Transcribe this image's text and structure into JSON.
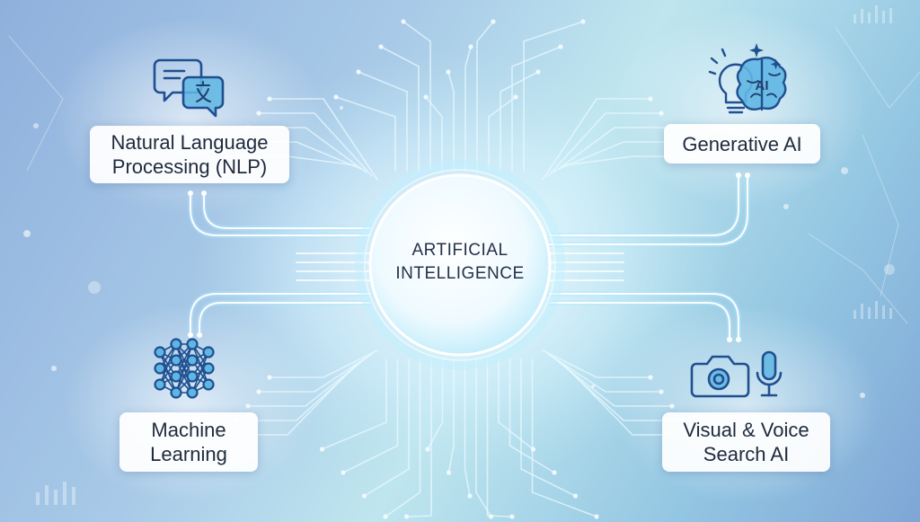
{
  "center": {
    "line1": "ARTIFICIAL",
    "line2": "INTELLIGENCE"
  },
  "nodes": {
    "nlp": {
      "line1": "Natural Language",
      "line2": "Processing (NLP)",
      "icon": "chat-translate-icon"
    },
    "generative": {
      "line1": "Generative AI",
      "icon": "ai-brain-icon",
      "icon_text": "AI"
    },
    "ml": {
      "line1": "Machine",
      "line2": "Learning",
      "icon": "neural-network-icon"
    },
    "visual_voice": {
      "line1": "Visual & Voice",
      "line2": "Search AI",
      "icons": [
        "camera-icon",
        "microphone-icon"
      ]
    }
  },
  "colors": {
    "accent": "#1f4f8f",
    "node_fill": "#5fb6e3",
    "circuit": "#e6f6ff",
    "glow": "#9fe6ff",
    "text": "#1f2a3c"
  }
}
